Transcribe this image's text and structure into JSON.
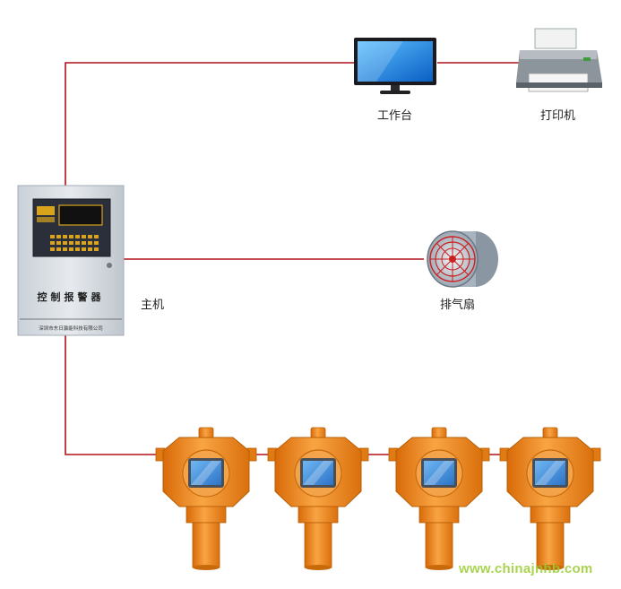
{
  "labels": {
    "workstation": "工作台",
    "printer": "打印机",
    "host": "主机",
    "exhaust_fan": "排气扇"
  },
  "controller": {
    "panel_title": "控制报警器",
    "company": "深圳市东日瀛能科技有限公司"
  },
  "watermark": "www.chinajnhb.com",
  "colors": {
    "wire": "#b0121b",
    "detector_body": "#f08a1c",
    "cabinet": "#d7dde3",
    "screen_blue": "#2d7fd6",
    "watermark": "#9acd32"
  },
  "detectors": [
    {
      "name": "gas-detector-1"
    },
    {
      "name": "gas-detector-2"
    },
    {
      "name": "gas-detector-3"
    },
    {
      "name": "gas-detector-4"
    }
  ]
}
